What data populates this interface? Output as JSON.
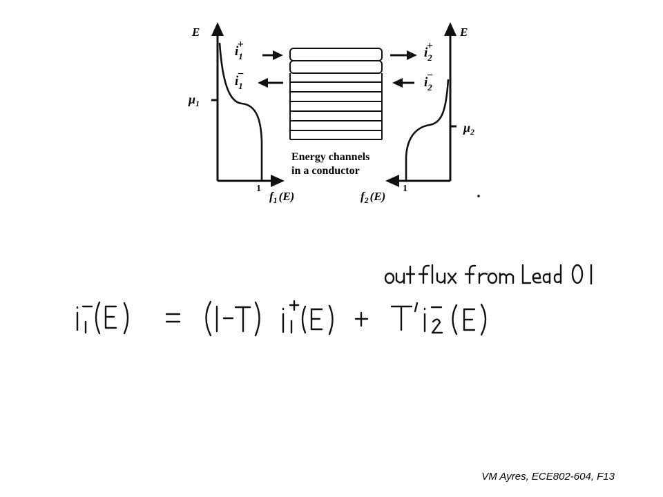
{
  "figure": {
    "axis_left_label": "E",
    "axis_right_label": "E",
    "mu1": "μ",
    "mu1_sub": "1",
    "mu2": "μ",
    "mu2_sub": "2",
    "i1_plus": "i",
    "i1_plus_sub": "1",
    "i1_plus_sup": "+",
    "i1_minus": "i",
    "i1_minus_sub": "1",
    "i1_minus_sup": "−",
    "i2_plus": "i",
    "i2_plus_sub": "2",
    "i2_plus_sup": "+",
    "i2_minus": "i",
    "i2_minus_sub": "2",
    "i2_minus_sup": "−",
    "one_left": "1",
    "one_right": "1",
    "f1": "f",
    "f1_sub": "1",
    "f1_arg": "(E)",
    "f2": "f",
    "f2_sub": "2",
    "f2_arg": "(E)",
    "box_caption_line1": "Energy channels",
    "box_caption_line2": "in a conductor"
  },
  "handwriting": {
    "heading": "outflux from Lead 01",
    "equation": "i1−(E) = (1−T) i1+(E) + T′ i2−(E)"
  },
  "footer": "VM Ayres, ECE802-604, F13"
}
